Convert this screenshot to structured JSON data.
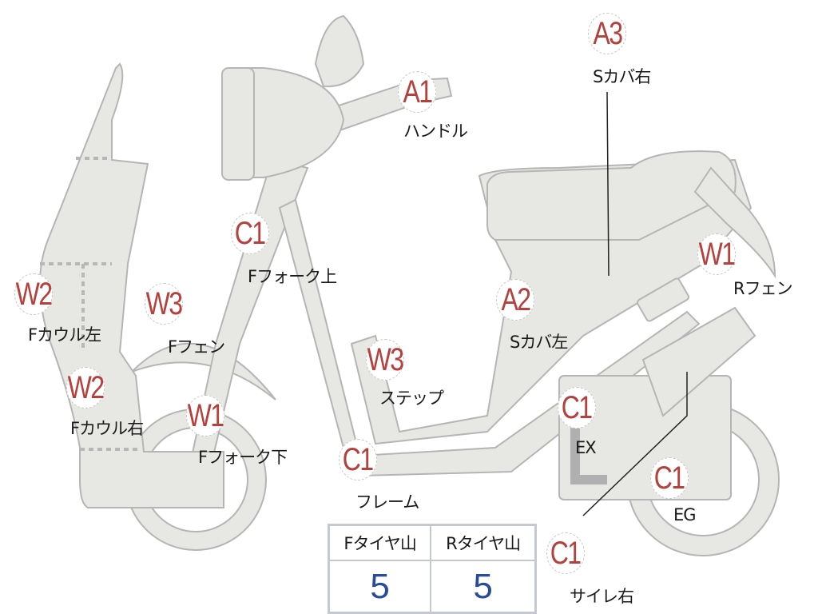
{
  "markers": [
    {
      "code": "A1",
      "label": "ハンドル"
    },
    {
      "code": "A3",
      "label": "Sカバ右"
    },
    {
      "code": "C1",
      "label": "Fフォーク上"
    },
    {
      "code": "W2",
      "label": "Fカウル左"
    },
    {
      "code": "W3",
      "label": "Fフェン"
    },
    {
      "code": "W2",
      "label": "Fカウル右"
    },
    {
      "code": "W1",
      "label": "Fフォーク下"
    },
    {
      "code": "W3",
      "label": "ステップ"
    },
    {
      "code": "A2",
      "label": "Sカバ左"
    },
    {
      "code": "W1",
      "label": "Rフェン"
    },
    {
      "code": "C1",
      "label": "EX"
    },
    {
      "code": "C1",
      "label": "フレーム"
    },
    {
      "code": "C1",
      "label": "EG"
    },
    {
      "code": "C1",
      "label": "サイレ右"
    }
  ],
  "tire_table": {
    "headers": [
      "Fタイヤ山",
      "Rタイヤ山"
    ],
    "values": [
      "5",
      "5"
    ]
  },
  "colors": {
    "marker_text": "#b5403c",
    "value_text": "#2a4a9a",
    "body_fill": "#e7e7e4",
    "body_stroke": "#b5b5b5"
  }
}
